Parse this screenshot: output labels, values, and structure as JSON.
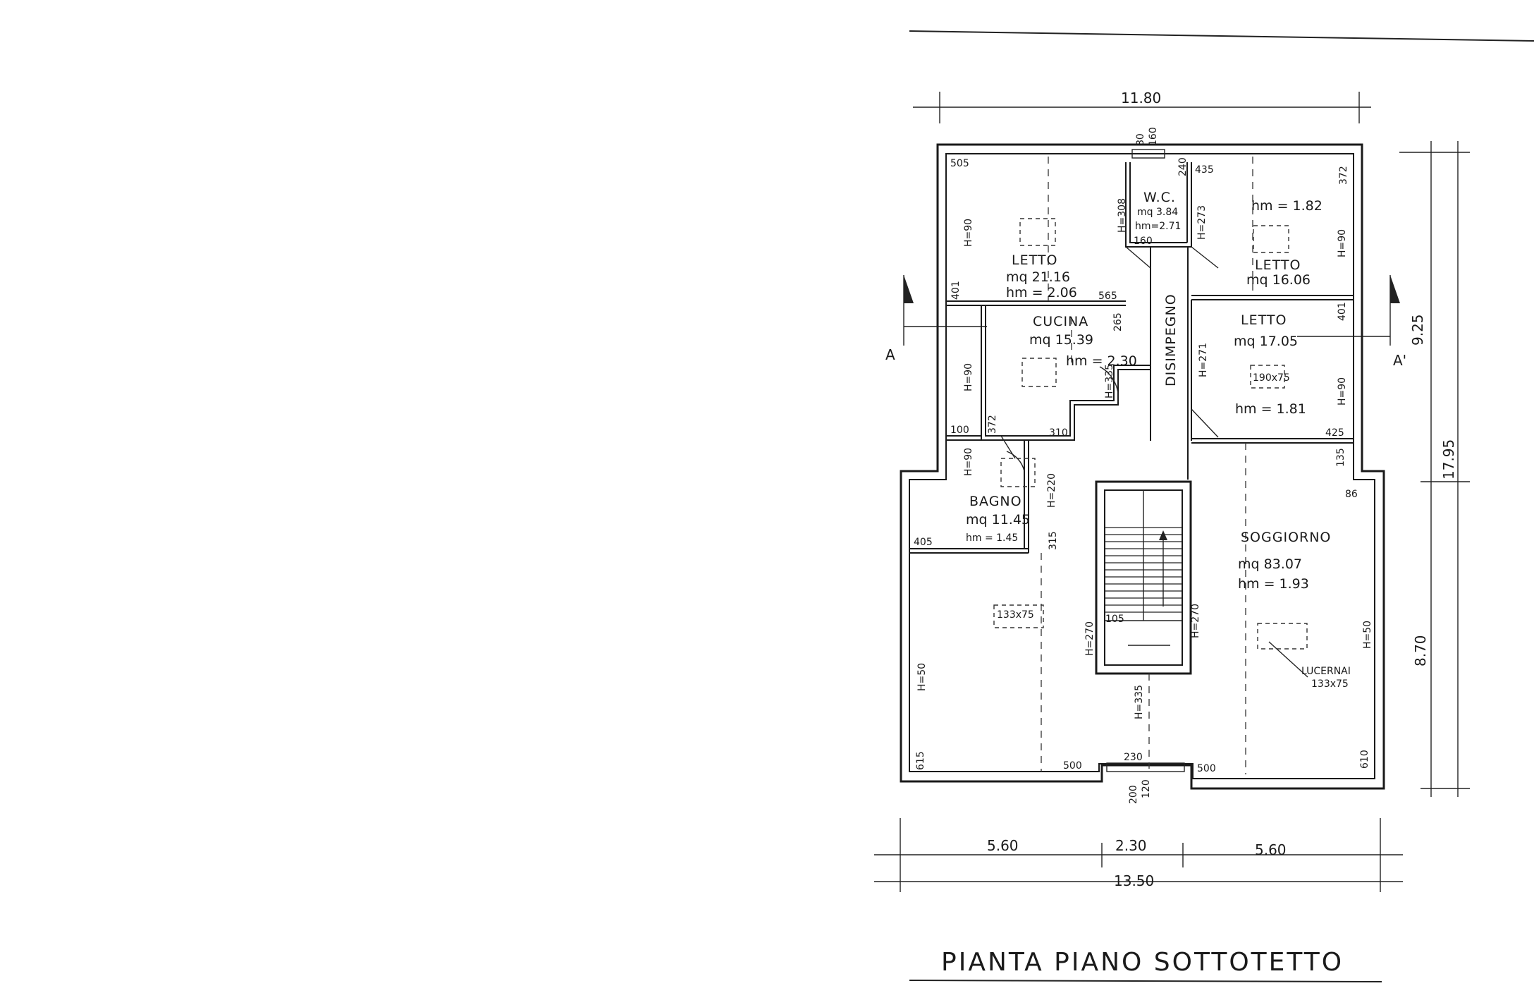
{
  "dimensions": {
    "top_width": "11.80",
    "bottom_left": "5.60",
    "bottom_center": "2.30",
    "bottom_right": "5.60",
    "bottom_total": "13.50",
    "right_upper": "9.25",
    "right_total": "17.95",
    "right_lower": "8.70"
  },
  "section_marks": {
    "left": "A",
    "right": "A'"
  },
  "rooms": {
    "letto_nw": {
      "name": "LETTO",
      "area": "mq 21.16",
      "hm": "hm = 2.06"
    },
    "wc": {
      "name": "W.C.",
      "area": "mq 3.84",
      "hm": "hm=2.71"
    },
    "letto_ne": {
      "name": "LETTO",
      "area": "mq 16.06",
      "hm": "hm = 1.82"
    },
    "cucina": {
      "name": "CUCINA",
      "area": "mq 15.39",
      "hm": "hm = 2.30"
    },
    "disimpegno": {
      "name": "DISIMPEGNO"
    },
    "letto_e": {
      "name": "LETTO",
      "area": "mq 17.05",
      "hm": "hm = 1.81"
    },
    "bagno": {
      "name": "BAGNO",
      "area": "mq 11.45",
      "hm": "hm = 1.45"
    },
    "soggiorno": {
      "name": "SOGGIORNO",
      "area": "mq 83.07",
      "hm": "hm = 1.93"
    }
  },
  "annotations": {
    "window_top_a": "80",
    "window_top_b": "160",
    "n505": "505",
    "n435": "435",
    "n372": "372",
    "n240": "240",
    "h308": "H=308",
    "n160": "160",
    "h273": "H=273",
    "h90_a": "H=90",
    "h90_b": "H=90",
    "h90_c": "H=90",
    "h90_d": "H=90",
    "h90_e": "H=90",
    "n401_a": "401",
    "n401_b": "401",
    "n565": "565",
    "n265": "265",
    "h335": "H=335",
    "h271": "H=271",
    "n372b": "372",
    "n100": "100",
    "n310": "310",
    "n425": "425",
    "n135": "135",
    "n86": "86",
    "h220": "H=220",
    "n315": "315",
    "n405": "405",
    "skylight_letto": "190x75",
    "skylight_sogg_left": "133x75",
    "h270_a": "H=270",
    "h270_b": "H=270",
    "n105": "105",
    "h50_a": "H=50",
    "h50_b": "H=50",
    "h335_b": "H=335",
    "n615": "615",
    "n500_a": "500",
    "n230": "230",
    "n500_b": "500",
    "n610": "610",
    "door_bottom_a": "200",
    "door_bottom_b": "120",
    "lucernai": "LUCERNAI",
    "lucernai_size": "133x75"
  },
  "title": "PIANTA PIANO SOTTOTETTO"
}
